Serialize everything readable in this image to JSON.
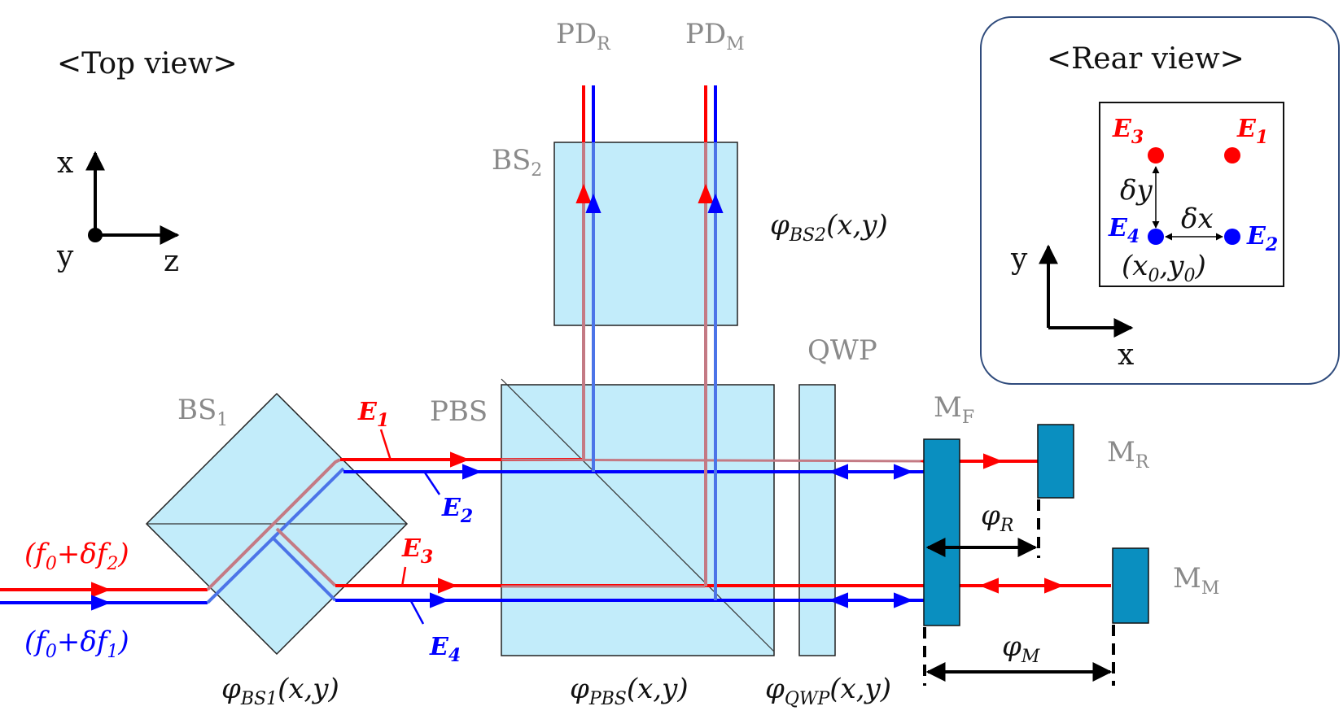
{
  "title_top_view": "<Top view>",
  "rear_view": {
    "title": "<Rear view>",
    "e3": "E",
    "e3_sub": "3",
    "e1": "E",
    "e1_sub": "1",
    "e4": "E",
    "e4_sub": "4",
    "e2": "E",
    "e2_sub": "2",
    "dy": "δy",
    "dx": "δx",
    "origin": "(x",
    "origin_sub0": "0",
    "origin_mid": ",y",
    "origin_sub1": "0",
    "origin_end": ")",
    "axis_y": "y",
    "axis_x": "x"
  },
  "axes_top": {
    "x": "x",
    "y": "y",
    "z": "z"
  },
  "components": {
    "pd_r": "PD",
    "pd_r_sub": "R",
    "pd_m": "PD",
    "pd_m_sub": "M",
    "bs2": "BS",
    "bs2_sub": "2",
    "bs1": "BS",
    "bs1_sub": "1",
    "pbs": "PBS",
    "qwp": "QWP",
    "mf": "M",
    "mf_sub": "F",
    "mr": "M",
    "mr_sub": "R",
    "mm": "M",
    "mm_sub": "M"
  },
  "phases": {
    "bs2": "φ",
    "bs2_sub": "BS2",
    "bs2_arg": "(x,y)",
    "bs1": "φ",
    "bs1_sub": "BS1",
    "bs1_arg": "(x,y)",
    "pbs": "φ",
    "pbs_sub": "PBS",
    "pbs_arg": "(x,y)",
    "qwp": "φ",
    "qwp_sub": "QWP",
    "qwp_arg": "(x,y)",
    "r": "φ",
    "r_sub": "R",
    "m": "φ",
    "m_sub": "M"
  },
  "beams": {
    "e1": "E",
    "e1_sub": "1",
    "e2": "E",
    "e2_sub": "2",
    "e3": "E",
    "e3_sub": "3",
    "e4": "E",
    "e4_sub": "4"
  },
  "inputs": {
    "red_a": "(f",
    "red_sub0": "0",
    "red_b": "+δf",
    "red_sub1": "2",
    "red_c": ")",
    "blue_a": "(f",
    "blue_sub0": "0",
    "blue_b": "+δf",
    "blue_sub1": "1",
    "blue_c": ")"
  },
  "colors": {
    "red_beam": "#ff0000",
    "blue_beam": "#0000ff",
    "optic_fill": "#c2ecfa",
    "mirror_fill": "#0a8fc0",
    "overlap_red": "#c47a84",
    "overlap_blue": "#4c74e8"
  }
}
